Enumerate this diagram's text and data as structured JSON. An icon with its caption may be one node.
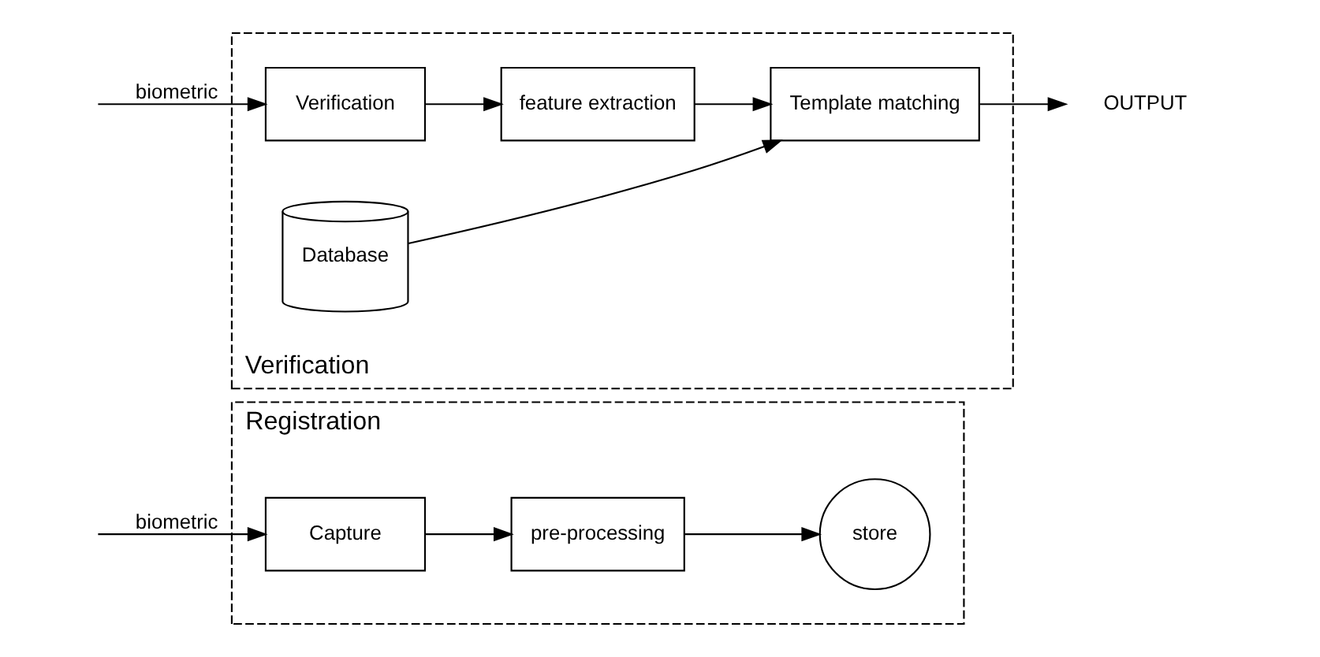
{
  "diagram": {
    "nodes": [
      {
        "text": [
          "Registration"
        ]
      },
      {
        "text": [
          "Capture"
        ],
        "in": 0
      },
      {
        "text": [
          "pre-processing"
        ],
        "in": 0
      },
      {
        "text": [
          "store"
        ],
        "in": 0
      },
      {
        "text": [
          "Verification"
        ]
      },
      {
        "text": [
          "Verification"
        ],
        "in": 4
      },
      {
        "text": [
          "feature extraction"
        ],
        "in": 4
      },
      {
        "text": [
          "Template matching"
        ],
        "in": 4
      },
      {
        "text": [
          "Database"
        ],
        "in": 4
      },
      {
        "text": [
          "OUTPUT"
        ]
      }
    ],
    "edges": [
      {
        "from": null,
        "to": 1,
        "arrow": "to",
        "label": "biometric"
      },
      {
        "from": 1,
        "to": 2,
        "arrow": "to"
      },
      {
        "from": 2,
        "to": 3,
        "arrow": "to"
      },
      {
        "from": null,
        "to": 5,
        "arrow": "to",
        "label": "biometric"
      },
      {
        "from": 5,
        "to": 6,
        "arrow": "to"
      },
      {
        "from": 6,
        "to": 7,
        "arrow": "to"
      },
      {
        "from": 7,
        "to": 9,
        "arrow": "to"
      },
      {
        "from": 8,
        "to": 7,
        "arrow": "to"
      }
    ]
  }
}
